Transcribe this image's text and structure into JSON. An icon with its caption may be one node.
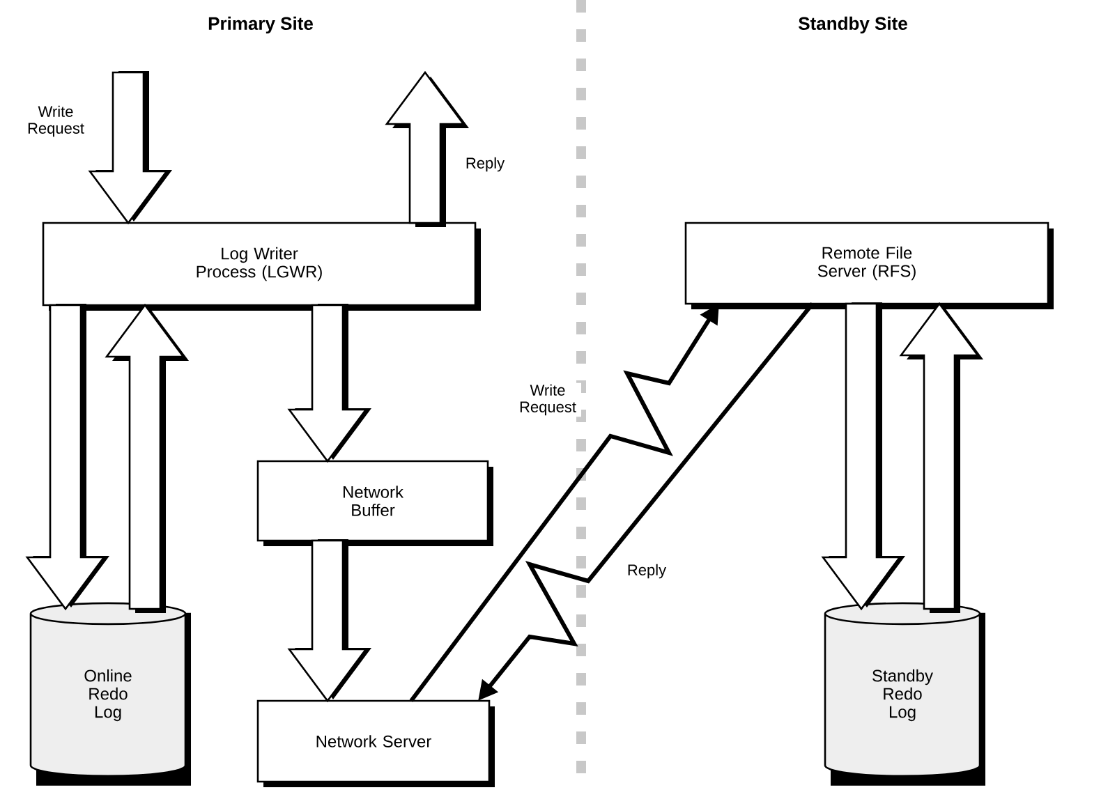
{
  "diagram": {
    "nodes": [
      {
        "text": [
          "Log Writer Process (LGWR)"
        ]
      },
      {
        "text": [
          "Network Buffer"
        ]
      },
      {
        "text": [
          "Network Server"
        ]
      },
      {
        "text": [
          "Online Redo Log"
        ]
      },
      {
        "text": [
          "Remote File Server (RFS)"
        ]
      },
      {
        "text": [
          "Standby Redo Log"
        ]
      }
    ],
    "edges": [
      {
        "from": null,
        "to": 0,
        "arrow": "to",
        "label": "Write Request"
      },
      {
        "from": 0,
        "to": null,
        "arrow": "to",
        "label": "Reply"
      },
      {
        "from": 0,
        "to": 3,
        "arrow": "to"
      },
      {
        "from": 3,
        "to": 0,
        "arrow": "to"
      },
      {
        "from": 0,
        "to": 1,
        "arrow": "to"
      },
      {
        "from": 1,
        "to": 2,
        "arrow": "to"
      },
      {
        "from": 2,
        "to": 4,
        "arrow": "to",
        "label": "Write Request"
      },
      {
        "from": 4,
        "to": 2,
        "arrow": "to",
        "label": "Reply"
      },
      {
        "from": 4,
        "to": 5,
        "arrow": "to"
      },
      {
        "from": 5,
        "to": 4,
        "arrow": "to"
      }
    ],
    "labels": [
      "Primary Site",
      "Standby Site"
    ]
  }
}
